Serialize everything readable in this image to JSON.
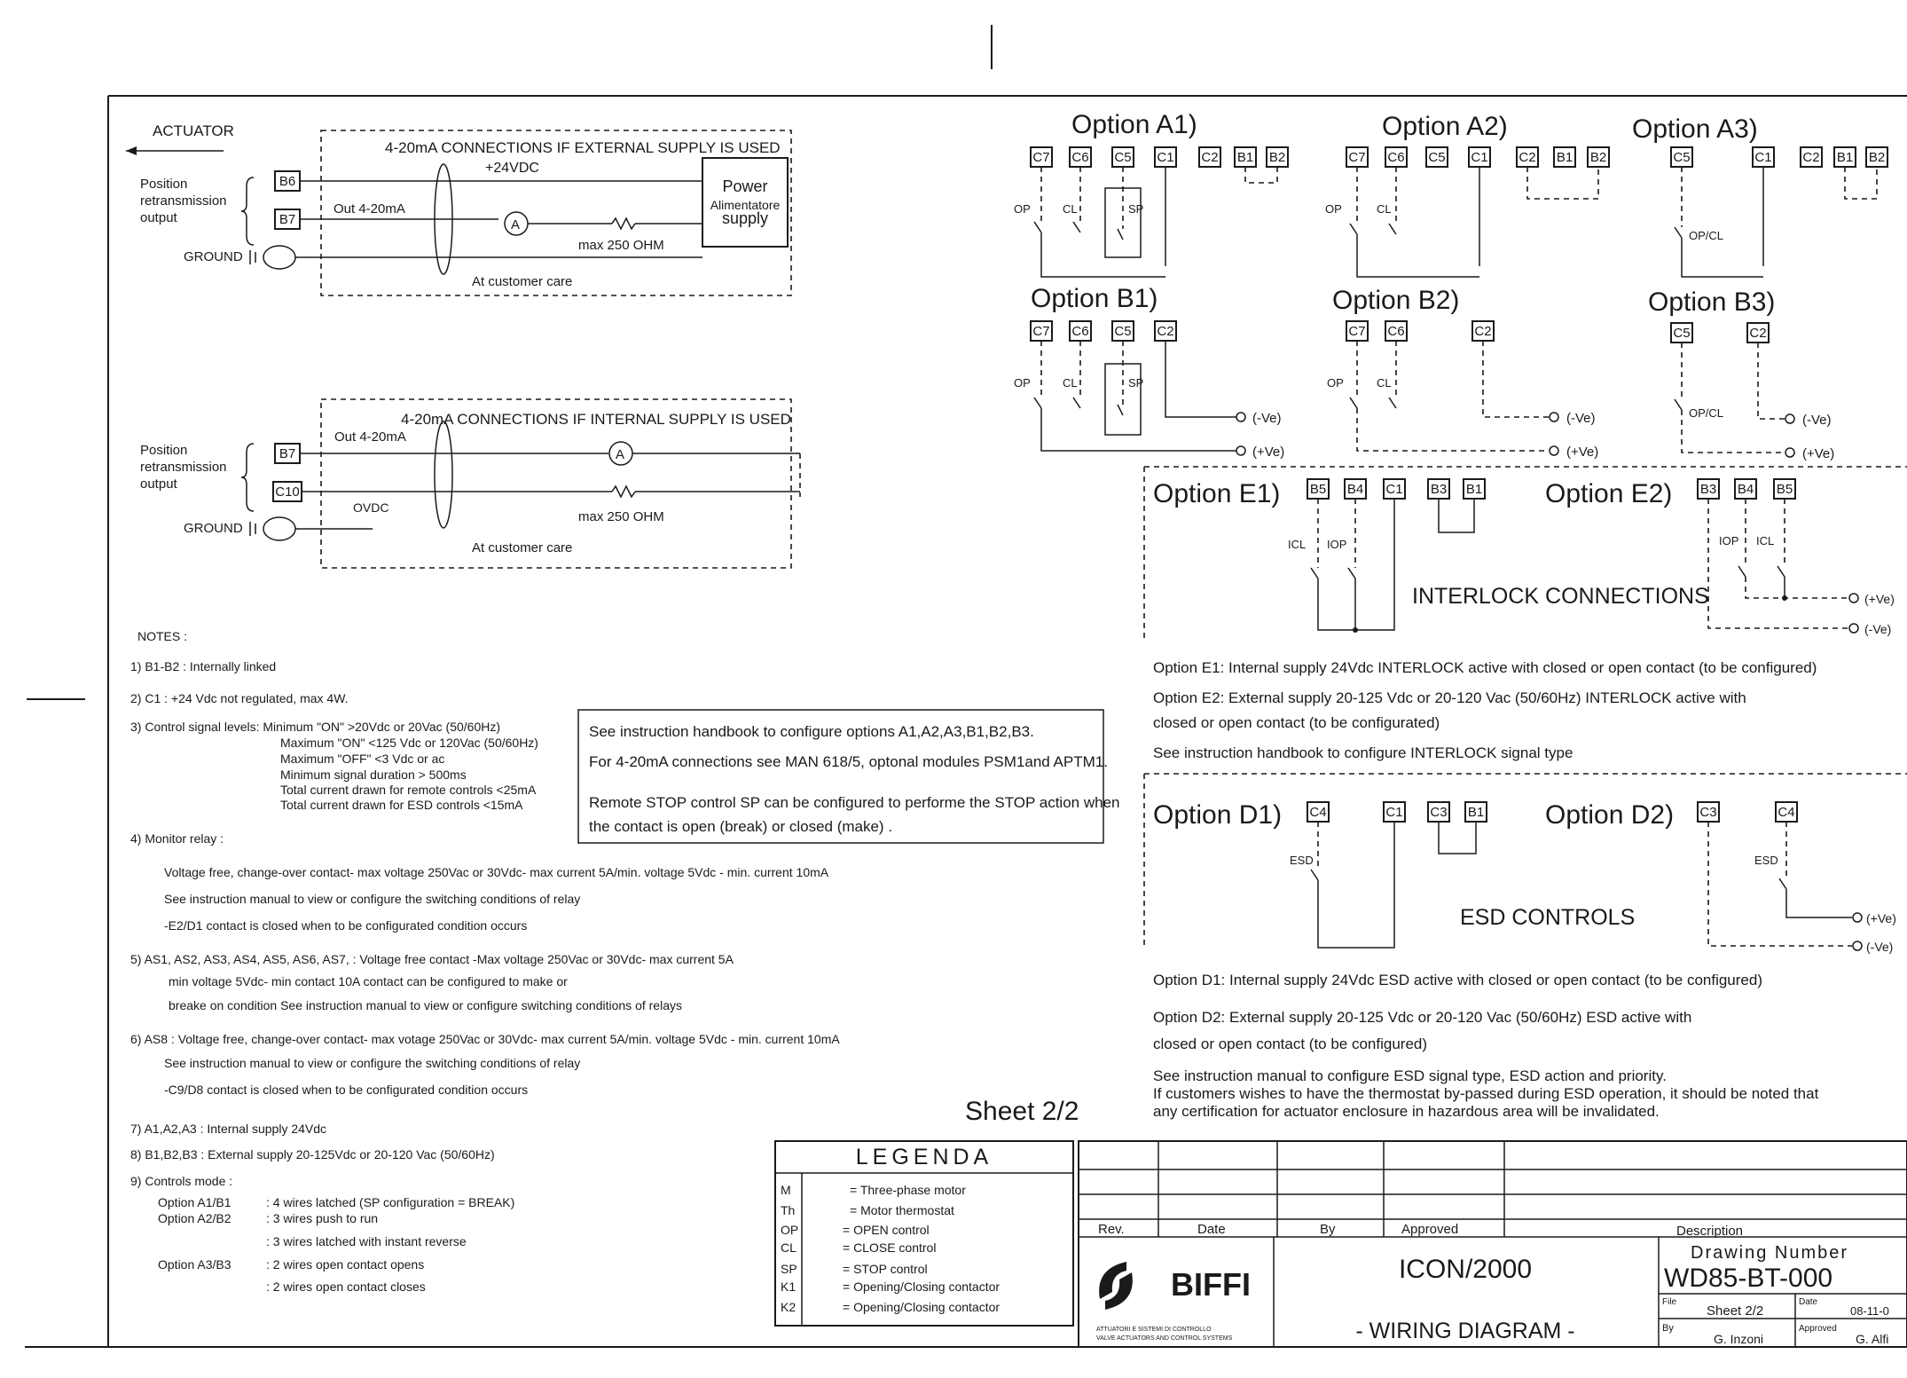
{
  "sheet_label": "Sheet 2/2",
  "actuator_label": "ACTUATOR",
  "external_supply": {
    "title": "4-20mA CONNECTIONS IF EXTERNAL SUPPLY IS USED",
    "voltage": "+24VDC",
    "group_label": [
      "Position",
      "retransmission",
      "output"
    ],
    "terminals": [
      "B6",
      "B7"
    ],
    "ground": "GROUND",
    "out_label": "Out 4-20mA",
    "ammeter": "A",
    "resistor": "max 250 OHM",
    "power_box": [
      "Power",
      "Alimentatore",
      "supply"
    ],
    "care": "At customer care"
  },
  "internal_supply": {
    "title": "4-20mA CONNECTIONS IF INTERNAL SUPPLY IS USED",
    "group_label": [
      "Position",
      "retransmission",
      "output"
    ],
    "terminals": [
      "B7",
      "C10"
    ],
    "ground": "GROUND",
    "out_label": "Out 4-20mA",
    "ovdc": "OVDC",
    "ammeter": "A",
    "resistor": "max 250 OHM",
    "care": "At customer care"
  },
  "notes": {
    "heading": "NOTES :",
    "n1": "1)  B1-B2 :  Internally linked",
    "n2": "2)  C1  : +24 Vdc not regulated, max 4W.",
    "n3": "3)  Control signal levels: Minimum \"ON\" >20Vdc or 20Vac (50/60Hz)",
    "n3_lines": [
      "Maximum \"ON\" <125 Vdc or 120Vac (50/60Hz)",
      "Maximum \"OFF\" <3 Vdc or ac",
      "Minimum signal duration > 500ms",
      "Total current drawn for remote controls <25mA",
      "Total current drawn for ESD controls <15mA"
    ],
    "n4": "4)  Monitor relay :",
    "n4_lines": [
      "Voltage free, change-over contact- max voltage 250Vac or 30Vdc- max current 5A/min. voltage 5Vdc - min. current 10mA",
      "See instruction manual to view or configure the switching conditions of relay",
      "-E2/D1 contact is closed when  to be configurated condition occurs"
    ],
    "n5": "5)  AS1, AS2, AS3, AS4, AS5, AS6, AS7, : Voltage free contact -Max voltage 250Vac or 30Vdc- max current 5A",
    "n5_lines": [
      "min voltage 5Vdc- min contact 10A contact can be configured to make or",
      "breake on condition See instruction manual to view or configure switching conditions of relays"
    ],
    "n6": "6)  AS8 : Voltage free, change-over contact- max votage 250Vac or 30Vdc- max current 5A/min. voltage 5Vdc - min. current 10mA",
    "n6_lines": [
      "See instruction manual to view or configure the switching conditions of relay",
      "-C9/D8 contact is closed when  to be configurated condition occurs"
    ],
    "n7": "7)  A1,A2,A3 : Internal supply 24Vdc",
    "n8": "8)  B1,B2,B3 : External supply 20-125Vdc or 20-120 Vac (50/60Hz)",
    "n9": "9)  Controls mode :",
    "n9_rows": [
      {
        "opt": "Option A1/B1",
        "desc": ": 4 wires latched  (SP configuration = BREAK)"
      },
      {
        "opt": "Option A2/B2",
        "desc": ": 3 wires push to run"
      },
      {
        "opt": "",
        "desc": ": 3 wires latched with instant reverse"
      },
      {
        "opt": "Option A3/B3",
        "desc": ": 2 wires open contact opens"
      },
      {
        "opt": "",
        "desc": ": 2 wires open contact closes"
      }
    ]
  },
  "info_box": [
    "See instruction handbook to configure options A1,A2,A3,B1,B2,B3.",
    "For 4-20mA connections see MAN 618/5, optonal modules PSM1and APTM1.",
    "Remote STOP control SP can be configured to performe the STOP action when",
    "the contact is open (break) or closed  (make) ."
  ],
  "options": {
    "a1": {
      "title": "Option A1)",
      "terms": [
        "C7",
        "C6",
        "C5",
        "C1",
        "C2",
        "B1",
        "B2"
      ],
      "op": "OP",
      "cl": "CL",
      "sp": "SP"
    },
    "a2": {
      "title": "Option A2)",
      "terms": [
        "C7",
        "C6",
        "C5",
        "C1",
        "C2",
        "B1",
        "B2"
      ],
      "op": "OP",
      "cl": "CL"
    },
    "a3": {
      "title": "Option A3)",
      "terms": [
        "C5",
        "C1",
        "C2",
        "B1",
        "B2"
      ],
      "opcl": "OP/CL"
    },
    "b1": {
      "title": "Option B1)",
      "terms": [
        "C7",
        "C6",
        "C5",
        "C2"
      ],
      "op": "OP",
      "cl": "CL",
      "sp": "SP",
      "neg": "(-Ve)",
      "pos": "(+Ve)"
    },
    "b2": {
      "title": "Option B2)",
      "terms": [
        "C7",
        "C6",
        "C2"
      ],
      "op": "OP",
      "cl": "CL",
      "neg": "(-Ve)",
      "pos": "(+Ve)"
    },
    "b3": {
      "title": "Option B3)",
      "terms": [
        "C5",
        "C2"
      ],
      "opcl": "OP/CL",
      "neg": "(-Ve)",
      "pos": "(+Ve)"
    },
    "e1": {
      "title": "Option E1)",
      "terms": [
        "B5",
        "B4",
        "C1",
        "B3",
        "B1"
      ],
      "icl": "ICL",
      "iop": "IOP"
    },
    "e2": {
      "title": "Option E2)",
      "terms": [
        "B3",
        "B4",
        "B5"
      ],
      "iop": "IOP",
      "icl": "ICL",
      "pos": "(+Ve)",
      "neg": "(-Ve)"
    },
    "interlock_label": "INTERLOCK CONNECTIONS",
    "e_text": [
      "Option E1: Internal supply 24Vdc INTERLOCK active with closed or open  contact (to be configured)",
      "Option E2: External supply 20-125 Vdc or 20-120 Vac (50/60Hz) INTERLOCK active with",
      "closed or open contact (to be configurated)",
      "See instruction handbook to configure INTERLOCK signal type"
    ],
    "d1": {
      "title": "Option D1)",
      "terms": [
        "C4",
        "C1",
        "C3",
        "B1"
      ],
      "esd": "ESD"
    },
    "d2": {
      "title": "Option D2)",
      "terms": [
        "C3",
        "C4"
      ],
      "esd": "ESD",
      "pos": "(+Ve)",
      "neg": "(-Ve)"
    },
    "esd_label": "ESD CONTROLS",
    "d_text": [
      "Option D1: Internal supply 24Vdc ESD active with closed or open  contact (to be configured)",
      "Option D2: External supply 20-125 Vdc or 20-120 Vac (50/60Hz) ESD active with",
      "closed or open contact (to be configured)",
      "See instruction manual to configure ESD signal type, ESD action and priority.",
      "If customers wishes to have the thermostat by-passed during ESD operation, it should be noted that",
      "any certification for actuator enclosure in hazardous area will be invalidated."
    ]
  },
  "legend": {
    "title": "LEGENDA",
    "rows": [
      {
        "k": "M",
        "v": "= Three-phase motor"
      },
      {
        "k": "Th",
        "v": "= Motor thermostat"
      },
      {
        "k": "OP",
        "v": "= OPEN control"
      },
      {
        "k": "CL",
        "v": "= CLOSE control"
      },
      {
        "k": "SP",
        "v": "= STOP control"
      },
      {
        "k": "K1",
        "v": "= Opening/Closing contactor"
      },
      {
        "k": "K2",
        "v": "= Opening/Closing contactor"
      }
    ]
  },
  "title_block": {
    "rev": "Rev.",
    "date": "Date",
    "by": "By",
    "approved": "Approved",
    "description": "Description",
    "logo": "BIFFI",
    "logo_sub1": "ATTUATORI E SISTEMI DI CONTROLLO",
    "logo_sub2": "VALVE ACTUATORS AND CONTROL SYSTEMS",
    "project": "ICON/2000",
    "doc_title": "- WIRING DIAGRAM -",
    "drawing_number_label": "Drawing Number",
    "drawing_number": "WD85-BT-000",
    "file_label": "File",
    "file_value": "Sheet 2/2",
    "date_label": "Date",
    "date_value": "08-11-0",
    "by_label": "By",
    "by_value": "G. Inzoni",
    "approved_label": "Approved",
    "approved_value": "G. Alfi"
  }
}
